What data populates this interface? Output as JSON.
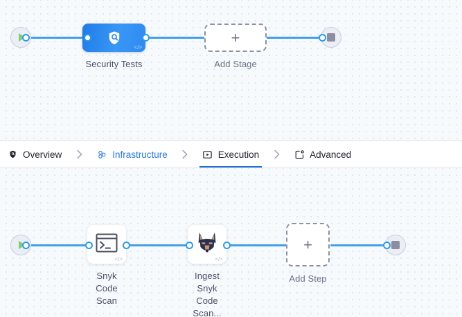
{
  "canvas": {
    "stages": {
      "start_node": {
        "icon": "play-icon",
        "label": ""
      },
      "nodes": [
        {
          "name": "Security Tests",
          "icon": "shield-search-icon",
          "code_marker": "</>"
        }
      ],
      "add_placeholder": {
        "label": "Add Stage",
        "icon": "plus-icon"
      },
      "end_node": {
        "icon": "stop-icon"
      }
    },
    "steps": {
      "start_node": {
        "icon": "play-icon"
      },
      "nodes": [
        {
          "name": "Snyk Code Scan",
          "icon": "terminal-icon",
          "code_marker": "</>"
        },
        {
          "name": "Ingest Snyk\nCode Scan...",
          "icon": "snyk-doberman-icon",
          "code_marker": "</>"
        }
      ],
      "add_placeholder": {
        "label": "Add Step",
        "icon": "plus-icon"
      },
      "end_node": {
        "icon": "stop-icon"
      }
    }
  },
  "tabs": {
    "separator": "›",
    "items": [
      {
        "label": "Overview",
        "icon": "shield-icon",
        "state": "default"
      },
      {
        "label": "Infrastructure",
        "icon": "cluster-nodes-icon",
        "state": "link"
      },
      {
        "label": "Execution",
        "icon": "play-box-icon",
        "state": "active"
      },
      {
        "label": "Advanced",
        "icon": "settings-box-icon",
        "state": "default"
      }
    ]
  },
  "colors": {
    "accent_blue": "#2878d8",
    "edge_blue": "#42a0e8",
    "node_blue": "#2f8bf0",
    "canvas_bg": "#f6fafd",
    "grid_dot": "#d9e0e8",
    "start_green": "#79d078",
    "stop_gray": "#8b8da2",
    "label_text": "#4c5066"
  }
}
